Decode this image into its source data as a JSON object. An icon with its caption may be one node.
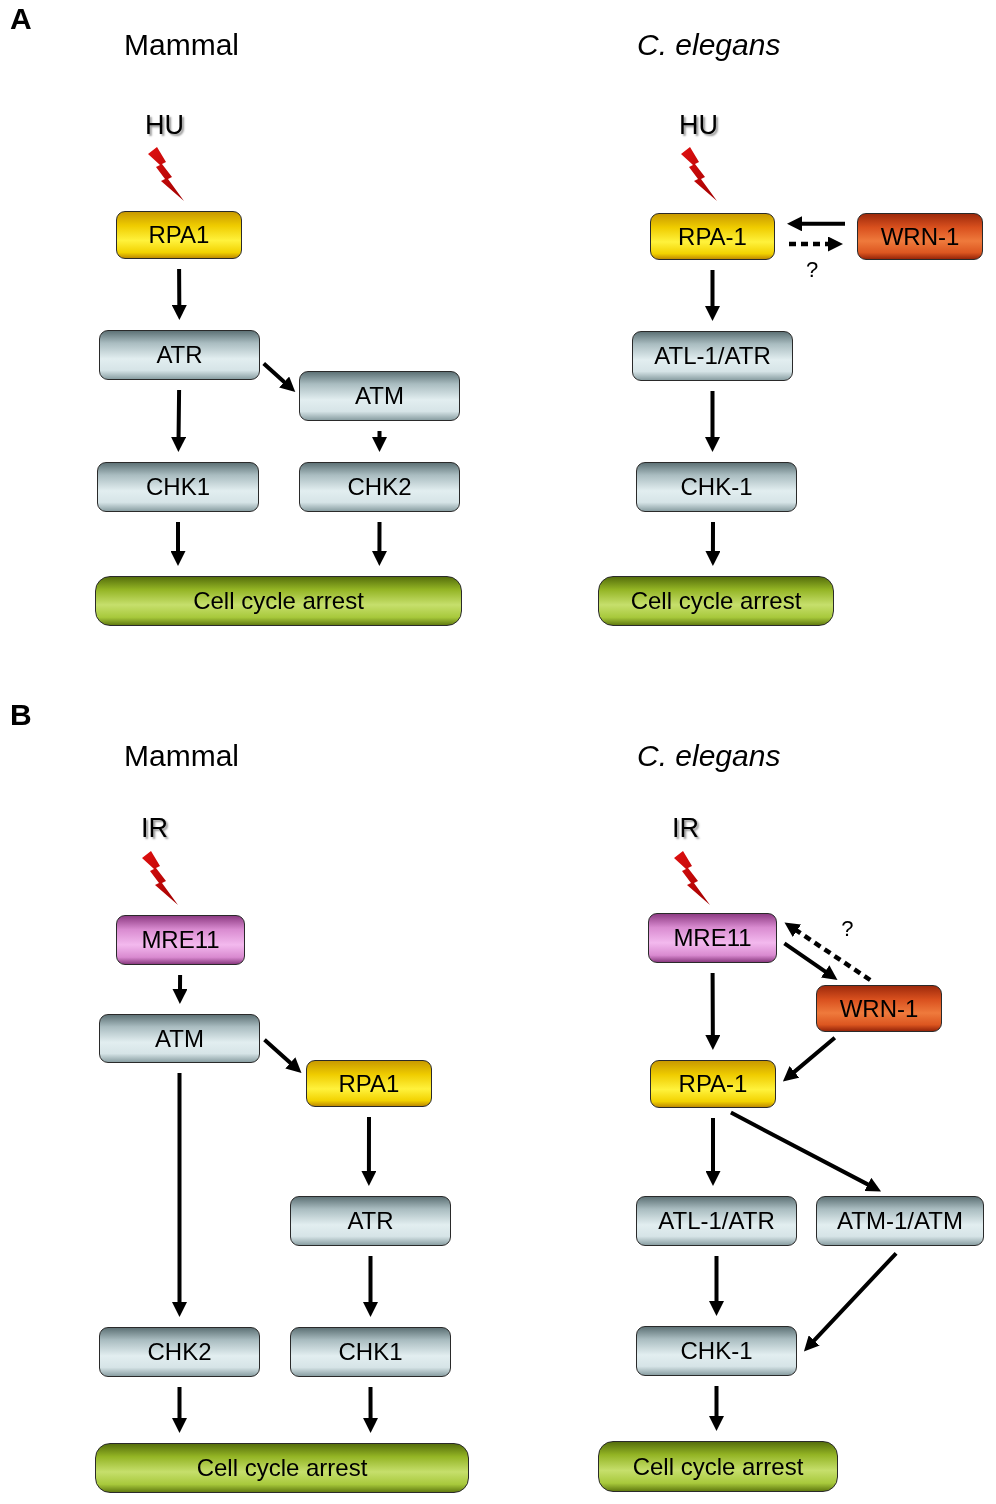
{
  "diagram": {
    "nodes": [
      {
        "text": [
          "RPA1"
        ]
      },
      {
        "text": [
          "ATR"
        ]
      },
      {
        "text": [
          "ATM"
        ]
      },
      {
        "text": [
          "CHK1"
        ]
      },
      {
        "text": [
          "CHK2"
        ]
      },
      {
        "text": [
          "Cell cycle arrest"
        ]
      },
      {
        "text": [
          "RPA-1"
        ]
      },
      {
        "text": [
          "WRN-1"
        ]
      },
      {
        "text": [
          "ATL-1/ATR"
        ]
      },
      {
        "text": [
          "CHK-1"
        ]
      },
      {
        "text": [
          "Cell cycle arrest"
        ]
      },
      {
        "text": [
          "MRE11"
        ]
      },
      {
        "text": [
          "ATM"
        ]
      },
      {
        "text": [
          "RPA1"
        ]
      },
      {
        "text": [
          "ATR"
        ]
      },
      {
        "text": [
          "CHK2"
        ]
      },
      {
        "text": [
          "CHK1"
        ]
      },
      {
        "text": [
          "Cell cycle arrest"
        ]
      },
      {
        "text": [
          "MRE11"
        ]
      },
      {
        "text": [
          "WRN-1"
        ]
      },
      {
        "text": [
          "RPA-1"
        ]
      },
      {
        "text": [
          "ATL-1/ATR"
        ]
      },
      {
        "text": [
          "ATM-1/ATM"
        ]
      },
      {
        "text": [
          "CHK-1"
        ]
      },
      {
        "text": [
          "Cell cycle arrest"
        ]
      }
    ],
    "edges": [
      {
        "from": 0,
        "to": 1,
        "arrow": "to"
      },
      {
        "from": 1,
        "to": 2,
        "arrow": "to"
      },
      {
        "from": 1,
        "to": 3,
        "arrow": "to"
      },
      {
        "from": 2,
        "to": 4,
        "arrow": "to"
      },
      {
        "from": 3,
        "to": 5,
        "arrow": "to"
      },
      {
        "from": 4,
        "to": 5,
        "arrow": "to"
      },
      {
        "from": 7,
        "to": 6,
        "arrow": "to"
      },
      {
        "from": 6,
        "to": 7,
        "arrow": "to",
        "style": "dashed",
        "label": "?"
      },
      {
        "from": 6,
        "to": 8,
        "arrow": "to"
      },
      {
        "from": 8,
        "to": 9,
        "arrow": "to"
      },
      {
        "from": 9,
        "to": 10,
        "arrow": "to"
      },
      {
        "from": 11,
        "to": 12,
        "arrow": "to"
      },
      {
        "from": 12,
        "to": 13,
        "arrow": "to"
      },
      {
        "from": 12,
        "to": 15,
        "arrow": "to"
      },
      {
        "from": 13,
        "to": 14,
        "arrow": "to"
      },
      {
        "from": 14,
        "to": 16,
        "arrow": "to"
      },
      {
        "from": 15,
        "to": 17,
        "arrow": "to"
      },
      {
        "from": 16,
        "to": 17,
        "arrow": "to"
      },
      {
        "from": 18,
        "to": 19,
        "arrow": "to"
      },
      {
        "from": 19,
        "to": 18,
        "arrow": "to",
        "style": "dashed",
        "label": "?"
      },
      {
        "from": 18,
        "to": 20,
        "arrow": "to"
      },
      {
        "from": 19,
        "to": 20,
        "arrow": "to"
      },
      {
        "from": 20,
        "to": 21,
        "arrow": "to"
      },
      {
        "from": 20,
        "to": 22,
        "arrow": "to"
      },
      {
        "from": 21,
        "to": 23,
        "arrow": "to"
      },
      {
        "from": 22,
        "to": 23,
        "arrow": "to"
      },
      {
        "from": 23,
        "to": 24,
        "arrow": "to"
      }
    ],
    "labels": [
      "A",
      "Mammal",
      "C. elegans",
      "HU",
      "HU",
      "B",
      "Mammal",
      "C. elegans",
      "IR",
      "IR"
    ]
  }
}
